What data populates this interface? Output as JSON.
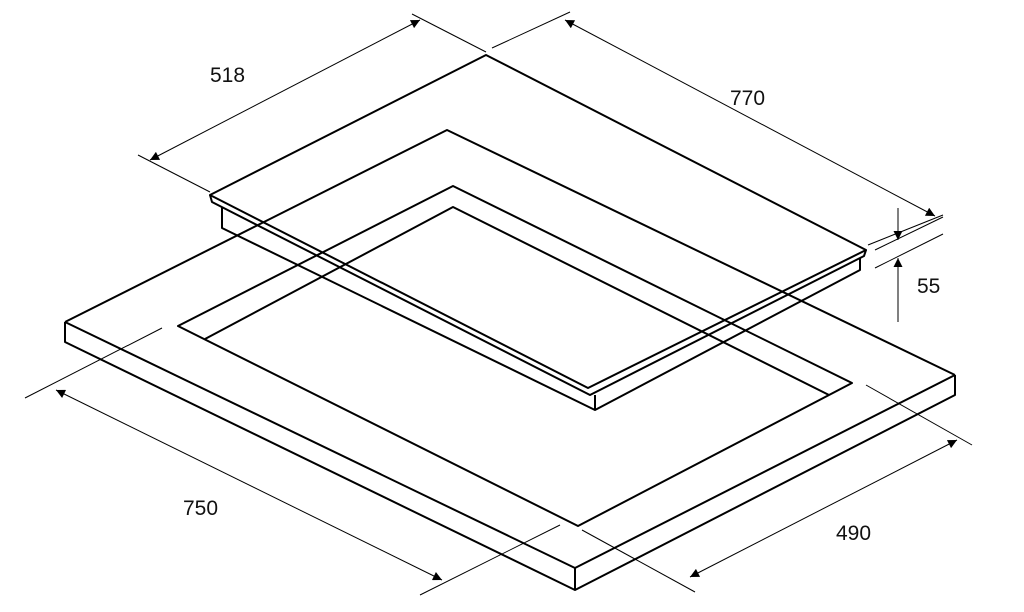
{
  "dimensions": {
    "hob_depth": "518",
    "hob_width": "770",
    "hob_height": "55",
    "cutout_width": "750",
    "cutout_depth": "490"
  },
  "colors": {
    "line": "#000000",
    "background": "#ffffff"
  }
}
